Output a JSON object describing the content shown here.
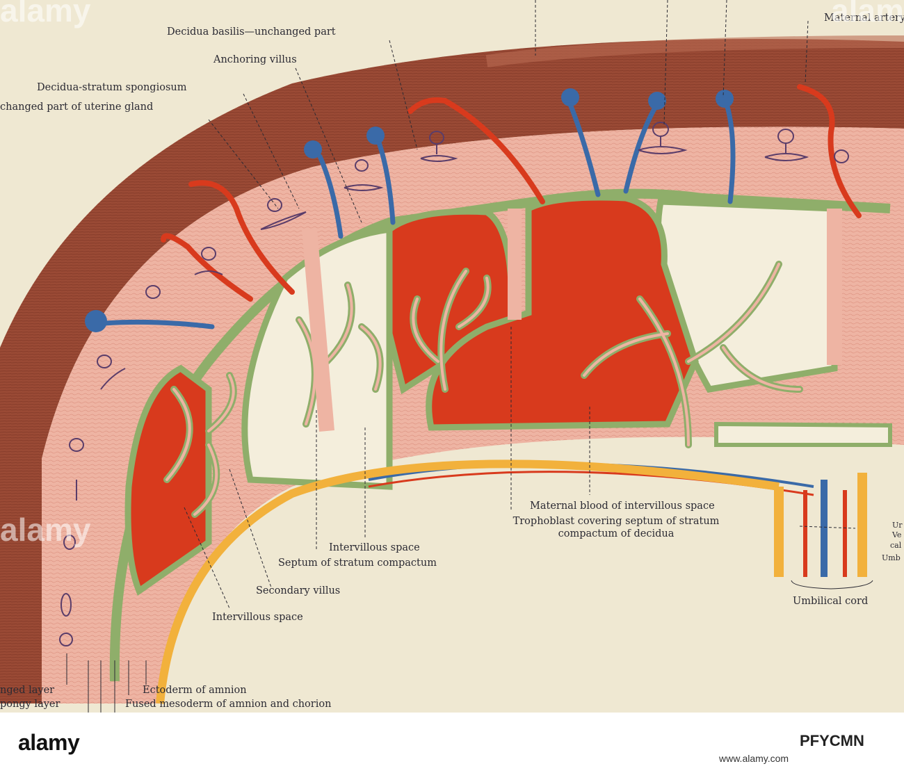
{
  "labels": {
    "maternal_artery": "Maternal artery",
    "decidua_basilis": "Decidua basilis—unchanged part",
    "anchoring_villus": "Anchoring villus",
    "decidua_spongiosum": "Decidua-stratum spongiosum",
    "uterine_gland": "changed part of uterine gland",
    "maternal_blood": "Maternal blood of intervillous space",
    "trophoblast": "Trophoblast covering septum of stratum",
    "trophoblast_2": "compactum of decidua",
    "intervillous_1": "Intervillous space",
    "septum": "Septum of stratum compactum",
    "secondary_villus": "Secondary villus",
    "intervillous_2": "Intervillous space",
    "umbilical_cord": "Umbilical cord",
    "ectoderm": "Ectoderm of amnion",
    "fused_mesoderm": "Fused mesoderm of amnion and chorion",
    "changed_layer": "nged layer",
    "spongy_layer": "pongy layer",
    "cord_u1": "Ur",
    "cord_v": "Ve",
    "cord_cal": "cal",
    "cord_umb": "Umb"
  },
  "watermarks": [
    "alamy",
    "alamy",
    "alamy"
  ],
  "footer": {
    "logo": "alamy",
    "image_id": "PFYCMN",
    "url": "www.alamy.com"
  },
  "colors": {
    "background": "#efe8d2",
    "myometrium": "#9a4a35",
    "decidua": "#eeb4a3",
    "trophoblast": "#8fae6a",
    "maternal_blood": "#d83a1d",
    "vein": "#3a6aa8",
    "amnion": "#f2b13c"
  }
}
